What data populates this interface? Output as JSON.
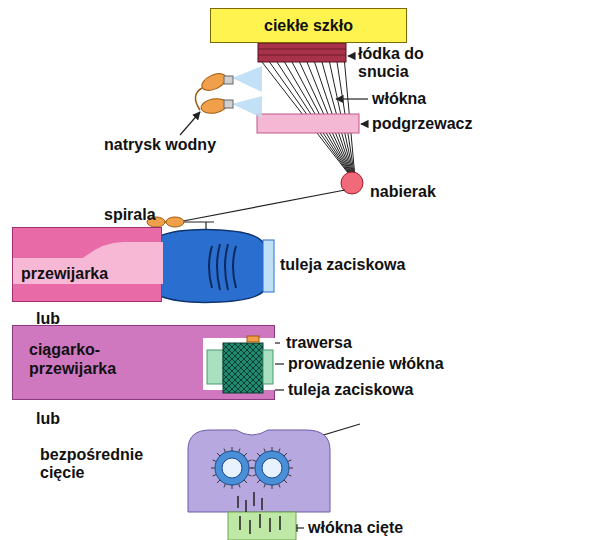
{
  "diagram": {
    "nodes": [
      {
        "text": [
          "ciekłe szkło"
        ]
      },
      {
        "text": [
          "przewijarka"
        ]
      },
      {
        "text": [
          "ciągarko- przewijarka"
        ]
      }
    ],
    "labels": [
      "łódka do snucia",
      "włókna",
      "podgrzewacz",
      "natrysk wodny",
      "nabierak",
      "spirala",
      "tuleja zaciskowa",
      "lub",
      "trawersa",
      "prowadzenie włókna",
      "tuleja zaciskowa",
      "lub",
      "bezpośrednie cięcie",
      "włókna cięte"
    ]
  }
}
